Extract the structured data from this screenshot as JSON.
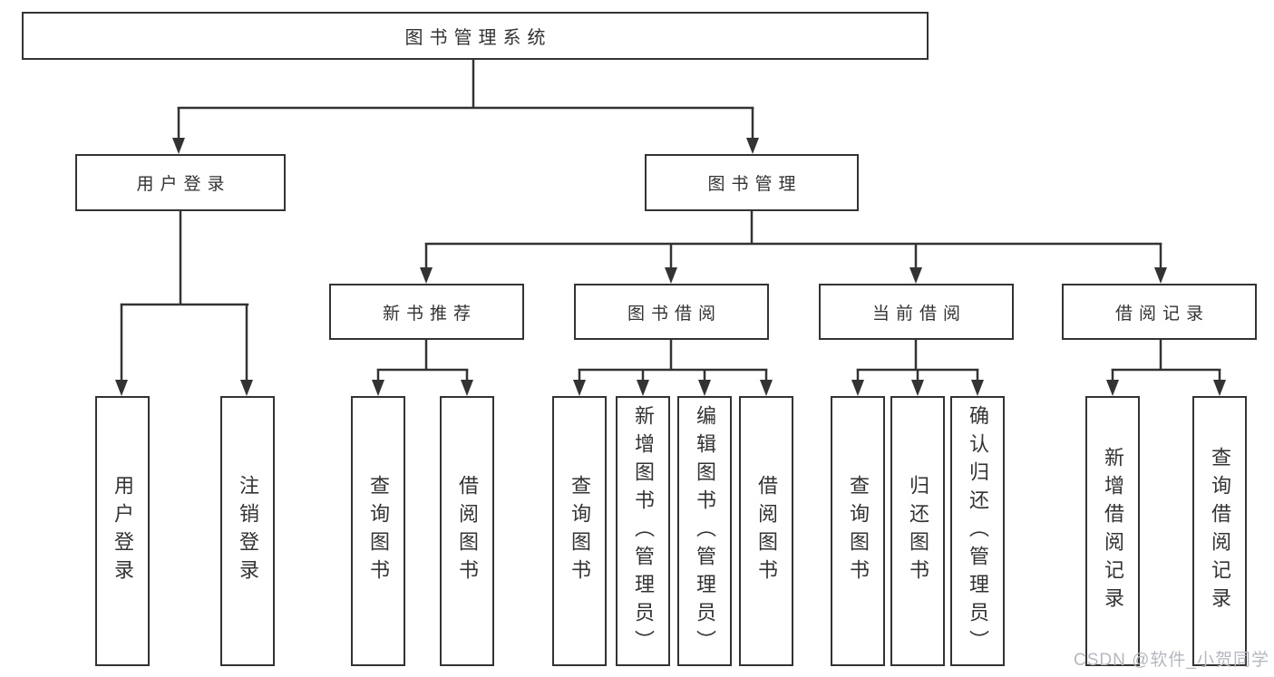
{
  "diagram": {
    "type": "tree",
    "title": "图书管理系统",
    "colors": {
      "line": "#333333",
      "text": "#333333",
      "box_fill": "#ffffff",
      "background": "#ffffff",
      "watermark": "#b4b8bf"
    },
    "nodes": {
      "root": {
        "label": "图书管理系统"
      },
      "level2": [
        {
          "label": "用户登录",
          "parent": "图书管理系统"
        },
        {
          "label": "图书管理",
          "parent": "图书管理系统"
        }
      ],
      "level3": [
        {
          "label": "新书推荐",
          "parent": "图书管理"
        },
        {
          "label": "图书借阅",
          "parent": "图书管理"
        },
        {
          "label": "当前借阅",
          "parent": "图书管理"
        },
        {
          "label": "借阅记录",
          "parent": "图书管理"
        }
      ],
      "leaves": [
        {
          "label": "用户登录",
          "parent": "用户登录"
        },
        {
          "label": "注销登录",
          "parent": "用户登录"
        },
        {
          "label": "查询图书",
          "parent": "新书推荐"
        },
        {
          "label": "借阅图书",
          "parent": "新书推荐"
        },
        {
          "label": "查询图书",
          "parent": "图书借阅"
        },
        {
          "label": "新增图书（管理员）",
          "parent": "图书借阅"
        },
        {
          "label": "编辑图书（管理员）",
          "parent": "图书借阅"
        },
        {
          "label": "借阅图书",
          "parent": "图书借阅"
        },
        {
          "label": "查询图书",
          "parent": "当前借阅"
        },
        {
          "label": "归还图书",
          "parent": "当前借阅"
        },
        {
          "label": "确认归还（管理员）",
          "parent": "当前借阅"
        },
        {
          "label": "新增借阅记录",
          "parent": "借阅记录"
        },
        {
          "label": "查询借阅记录",
          "parent": "借阅记录"
        }
      ]
    },
    "watermark": "CSDN @软件_小贺同学"
  }
}
